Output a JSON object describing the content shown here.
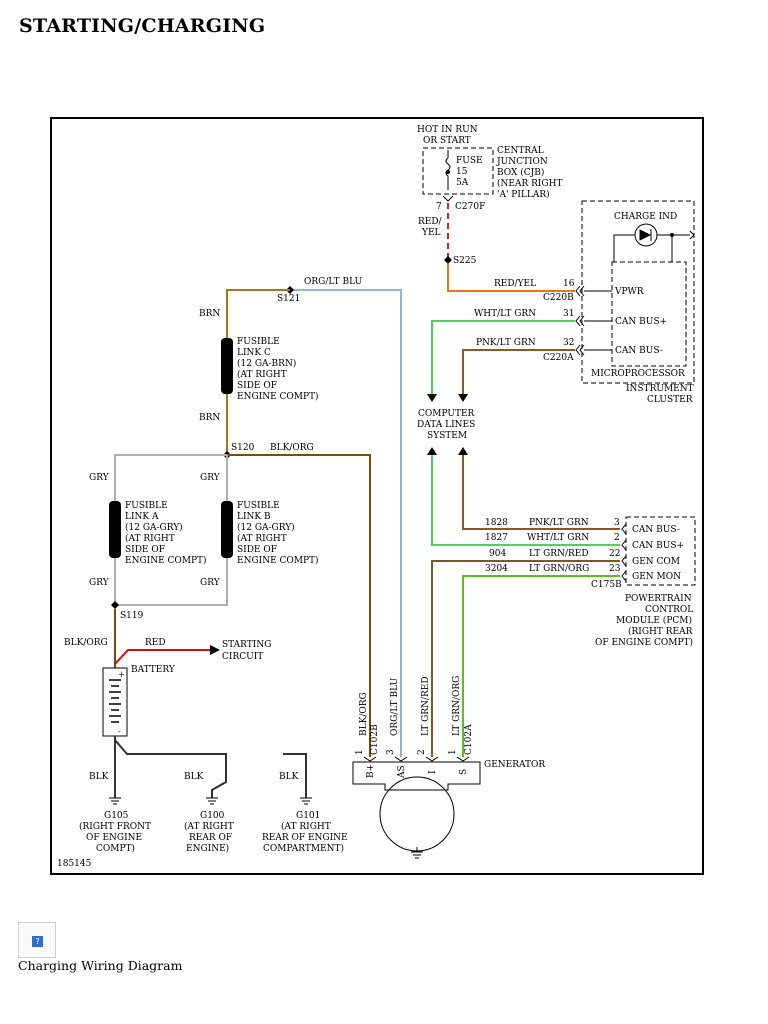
{
  "title": "STARTING/CHARGING",
  "figure_number": "185145",
  "caption": "Charging Wiring Diagram",
  "thumbnail_icon": "broken-image-icon",
  "colors": {
    "brn": "#a07820",
    "org_lt_blu": "#8fb4d0",
    "blk_org": "#7a4a10",
    "gry": "#b0b0b0",
    "red": "#d01010",
    "wht_lt_grn": "#4fd24f",
    "pnk_lt_grn": "#8a5a20",
    "lt_grn_red": "#7a5a20",
    "lt_grn_org": "#58c020",
    "red_yel": "#e07820"
  },
  "labels": {
    "hot_line1": "HOT IN RUN",
    "hot_line2": "OR START",
    "fuse": "FUSE",
    "fuse_num": "15",
    "fuse_amp": "5A",
    "cjb": [
      "CENTRAL",
      "JUNCTION",
      "BOX (CJB)",
      "(NEAR RIGHT",
      "'A' PILLAR)"
    ],
    "pin7": "7",
    "c270f": "C270F",
    "red_yel_v1": "RED/",
    "red_yel_v2": "YEL",
    "s225": "S225",
    "red_yel": "RED/YEL",
    "pin16": "16",
    "c220b": "C220B",
    "vpwr": "VPWR",
    "wht_lt_grn": "WHT/LT GRN",
    "pin31": "31",
    "can_bus_plus": "CAN BUS+",
    "pnk_lt_grn": "PNK/LT GRN",
    "pin32": "32",
    "c220a": "C220A",
    "can_bus_minus": "CAN BUS-",
    "microprocessor": "MICROPROCESSOR",
    "instrument_cluster": [
      "INSTRUMENT",
      "CLUSTER"
    ],
    "charge_ind": "CHARGE IND",
    "computer_data": [
      "COMPUTER",
      "DATA LINES",
      "SYSTEM"
    ],
    "org_lt_blu": "ORG/LT BLU",
    "s121": "S121",
    "brn": "BRN",
    "link_c": [
      "FUSIBLE",
      "LINK C",
      "(12 GA-BRN)",
      "(AT RIGHT",
      "SIDE OF",
      "ENGINE COMPT)"
    ],
    "s120": "S120",
    "blk_org": "BLK/ORG",
    "gry": "GRY",
    "link_a": [
      "FUSIBLE",
      "LINK A",
      "(12 GA-GRY)",
      "(AT RIGHT",
      "SIDE OF",
      "ENGINE COMPT)"
    ],
    "link_b": [
      "FUSIBLE",
      "LINK B",
      "(12 GA-GRY)",
      "(AT RIGHT",
      "SIDE OF",
      "ENGINE COMPT)"
    ],
    "s119": "S119",
    "red": "RED",
    "starting_circuit": [
      "STARTING",
      "CIRCUIT"
    ],
    "battery": "BATTERY",
    "blk": "BLK",
    "g105": [
      "G105",
      "(RIGHT FRONT",
      "OF ENGINE",
      "COMPT)"
    ],
    "g100": [
      "G100",
      "(AT RIGHT",
      "REAR OF",
      "ENGINE)"
    ],
    "g101": [
      "G101",
      "(AT RIGHT",
      "REAR OF ENGINE",
      "COMPARTMENT)"
    ],
    "pcm_rows": [
      {
        "circuit": "1828",
        "wire": "PNK/LT GRN",
        "pin": "3",
        "name": "CAN BUS-"
      },
      {
        "circuit": "1827",
        "wire": "WHT/LT GRN",
        "pin": "2",
        "name": "CAN BUS+"
      },
      {
        "circuit": "904",
        "wire": "LT GRN/RED",
        "pin": "22",
        "name": "GEN COM"
      },
      {
        "circuit": "3204",
        "wire": "LT GRN/ORG",
        "pin": "23",
        "name": "GEN MON"
      }
    ],
    "c175b": "C175B",
    "pcm": [
      "POWERTRAIN",
      "CONTROL",
      "MODULE (PCM)",
      "(RIGHT REAR",
      "OF ENGINE COMPT)"
    ],
    "gen_wires": [
      "BLK/ORG",
      "ORG/LT BLU",
      "LT GRN/RED",
      "LT GRN/ORG"
    ],
    "gen_pins": [
      "1",
      "3",
      "2",
      "1"
    ],
    "c102b": "C102B",
    "c102a": "C102A",
    "gen_terms": [
      "B+",
      "AS",
      "I",
      "S"
    ],
    "generator": "GENERATOR"
  }
}
